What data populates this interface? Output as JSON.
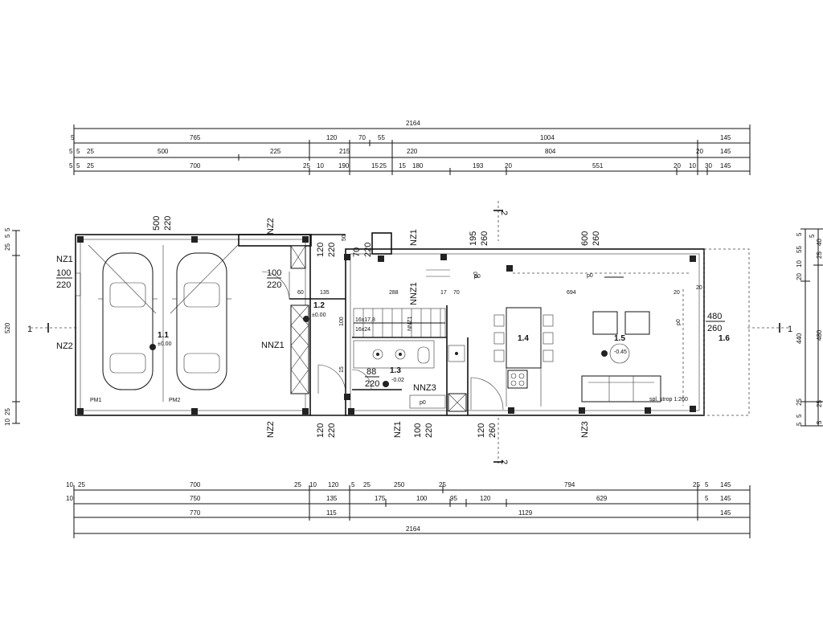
{
  "dimensions": {
    "top_total": "2164",
    "top_row1": [
      "5",
      "765",
      "120",
      "70",
      "55",
      "1004",
      "145"
    ],
    "top_row2": [
      "5",
      "5",
      "25",
      "500",
      "225",
      "215",
      "220",
      "804",
      "20",
      "145"
    ],
    "top_row3": [
      "5",
      "5",
      "25",
      "700",
      "25",
      "10",
      "190",
      "15",
      "25",
      "15",
      "180",
      "193",
      "20",
      "551",
      "20",
      "10",
      "30",
      "145"
    ],
    "bottom_row1": [
      "10",
      "25",
      "700",
      "25",
      "10",
      "120",
      "5",
      "25",
      "250",
      "25",
      "794",
      "25",
      "5",
      "145"
    ],
    "bottom_row2": [
      "10",
      "750",
      "135",
      "175",
      "100",
      "95",
      "120",
      "629",
      "5",
      "145"
    ],
    "bottom_row3": [
      "770",
      "115",
      "1129",
      "145"
    ],
    "bottom_total": "2164",
    "left_side": [
      "5",
      "5",
      "25",
      "520",
      "25",
      "10"
    ],
    "right_a": [
      "5",
      "55",
      "10",
      "20",
      "440",
      "25",
      "5",
      "5"
    ],
    "right_b": [
      "5",
      "25",
      "40",
      "480",
      "25",
      "5"
    ]
  },
  "openings": {
    "garage_top": [
      "500",
      "220"
    ],
    "nz2_top": "NZ2",
    "top_120": [
      "120",
      "220"
    ],
    "top_70": [
      "70",
      "220"
    ],
    "top_50": "50",
    "nz1_top": "NZ1",
    "top_195": [
      "195",
      "260"
    ],
    "top_600": [
      "600",
      "260"
    ],
    "nz1_left": "NZ1",
    "left_100": [
      "100",
      "220"
    ],
    "nz2_left": "NZ2",
    "door_100": [
      "100",
      "220"
    ],
    "nnz1_mid": "NNZ1",
    "right_480": [
      "480",
      "260"
    ],
    "b_nz2": "NZ2",
    "b_120a": [
      "120",
      "220"
    ],
    "b_nz1": "NZ1",
    "b_100": [
      "100",
      "220"
    ],
    "b_120b": [
      "120",
      "260"
    ],
    "b_nz3": "NZ3",
    "door_88": [
      "88",
      "220"
    ],
    "nnz3": "NNZ3"
  },
  "rooms": {
    "r11": "1.1",
    "r11_level": "±0.00",
    "r12": "1.2",
    "r12_level": "±0.00",
    "r13": "1.3",
    "r13_level": "-0.02",
    "r14": "1.4",
    "r15": "1.5",
    "r15_level": "-0.45",
    "r16": "1.6",
    "pm1": "PM1",
    "pm2": "PM2"
  },
  "interior": {
    "d_60": "60",
    "d_135": "135",
    "d_288": "288",
    "d_17": "17",
    "d_70": "70",
    "d_694": "694",
    "d_20a": "20",
    "d_20b": "20",
    "d_100": "100",
    "d_15": "15",
    "stair1": "16x17,8",
    "stair2": "16x24",
    "p0a": "p0",
    "p0b": "p0",
    "p0c": "p0",
    "p0d": "p0",
    "p0e": "p0",
    "strop": "spl. strop 1:260",
    "nnz1_stair": "NNZ1",
    "nnz1_b": "NNZ1"
  },
  "sections": {
    "s1_left": "1",
    "s1_right": "1",
    "s2_top": "2",
    "s2_bottom": "2"
  }
}
